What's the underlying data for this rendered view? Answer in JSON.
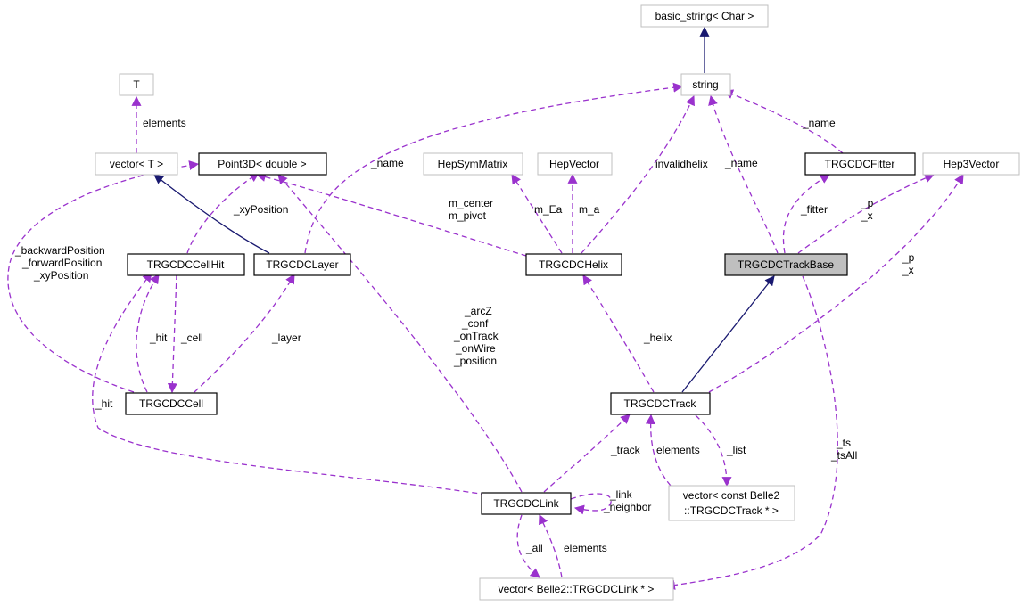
{
  "colors": {
    "inherit_edge": "#191970",
    "usage_edge": "#9a32cd",
    "focus_fill": "#bfbfbf",
    "external_border": "#bfbfbf",
    "documented_border": "#000000"
  },
  "nodes": {
    "basic_string": "basic_string< Char >",
    "string": "string",
    "T": "T",
    "vector_T": "vector< T >",
    "point3d": "Point3D< double >",
    "hepsymmatrix": "HepSymMatrix",
    "hepvector": "HepVector",
    "fitter": "TRGCDCFitter",
    "hep3vector": "Hep3Vector",
    "cellhit": "TRGCDCCellHit",
    "layer": "TRGCDCLayer",
    "helix": "TRGCDCHelix",
    "trackbase": "TRGCDCTrackBase",
    "cell": "TRGCDCCell",
    "track": "TRGCDCTrack",
    "link": "TRGCDCLink",
    "vec_track_l1": "vector< const Belle2",
    "vec_track_l2": "::TRGCDCTrack * >",
    "vec_link": "vector< Belle2::TRGCDCLink * >"
  },
  "labels": {
    "elements_T": "elements",
    "name_layer": "_name",
    "name_fitter": "_name",
    "name_trackbase": "_name",
    "invalidhelix": "invalidhelix",
    "xyPosition_cellhit": "_xyPosition",
    "helix_pt_1": "m_center",
    "helix_pt_2": "m_pivot",
    "m_Ea": "m_Ea",
    "m_a": "m_a",
    "fitter": "_fitter",
    "p1": "_p",
    "x1": "_x",
    "p2": "_p",
    "x2": "_x",
    "cell_pt_1": "_backwardPosition",
    "cell_pt_2": "_forwardPosition",
    "cell_pt_3": "_xyPosition",
    "hit_cell": "_hit",
    "cell": "_cell",
    "layer": "_layer",
    "link_pt_1": "_arcZ",
    "link_pt_2": "_conf",
    "link_pt_3": "_onTrack",
    "link_pt_4": "_onWire",
    "link_pt_5": "_position",
    "helix": "_helix",
    "hit_link": "_hit",
    "track": "_track",
    "elements_track": "elements",
    "list": "_list",
    "ts": "_ts",
    "tsAll": "_tsAll",
    "link_self_1": "_link",
    "link_self_2": "_neighbor",
    "all": "_all",
    "elements_link": "elements"
  }
}
